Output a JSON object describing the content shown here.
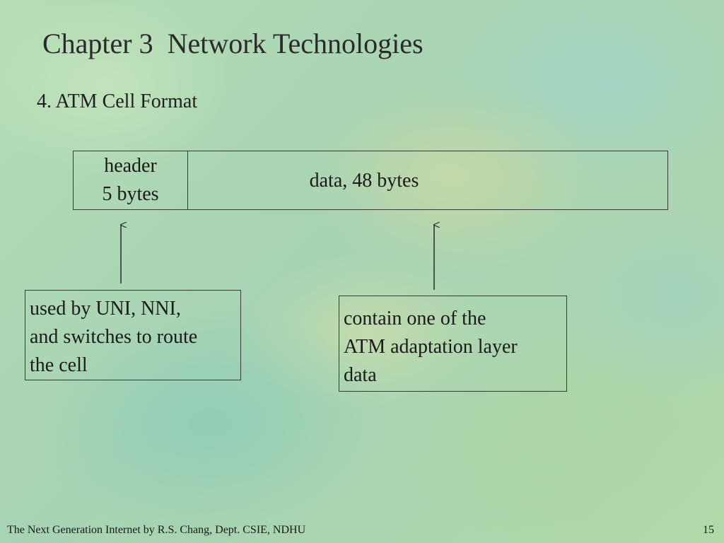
{
  "slide": {
    "title": "Chapter 3  Network Technologies",
    "subtitle": "4. ATM Cell Format"
  },
  "cell_format": {
    "header_line1": "header",
    "header_line2": "5 bytes",
    "data_label": "data, 48 bytes"
  },
  "annotations": {
    "header_note": {
      "line1": "used by UNI, NNI,",
      "line2": "and switches to route",
      "line3": "the cell"
    },
    "data_note": {
      "line1": "contain one of the",
      "line2": "ATM adaptation layer",
      "line3": "data"
    }
  },
  "footer": {
    "credit": "The Next Generation Internet by R.S. Chang, Dept. CSIE, NDHU",
    "page_number": "15"
  }
}
